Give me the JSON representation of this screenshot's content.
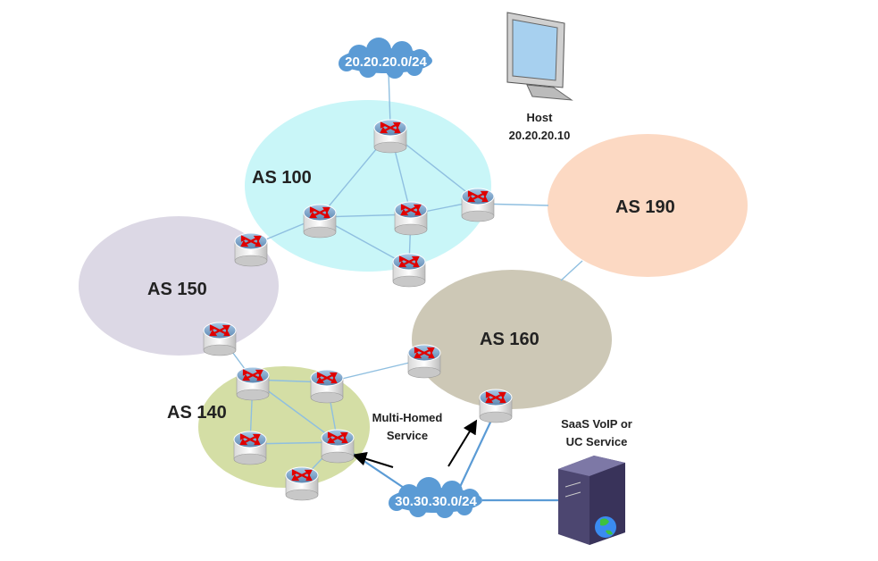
{
  "autonomous_systems": [
    {
      "label": "AS 100",
      "color": "#c9f6f8"
    },
    {
      "label": "AS 190",
      "color": "#fcd9c3"
    },
    {
      "label": "AS 150",
      "color": "#dcd8e5"
    },
    {
      "label": "AS 160",
      "color": "#cdc8b6"
    },
    {
      "label": "AS 140",
      "color": "#d4dea5"
    }
  ],
  "clouds": [
    {
      "label": "20.20.20.0/24"
    },
    {
      "label": "30.30.30.0/24"
    }
  ],
  "host": {
    "name": "Host",
    "ip": "20.20.20.10"
  },
  "service": {
    "line1": "SaaS VoIP or",
    "line2": "UC Service"
  },
  "multihomed": {
    "line1": "Multi-Homed",
    "line2": "Service"
  },
  "colors": {
    "link": "#8fbfe0",
    "cloud": "#5b9bd5",
    "router_arrow": "#e00000"
  }
}
